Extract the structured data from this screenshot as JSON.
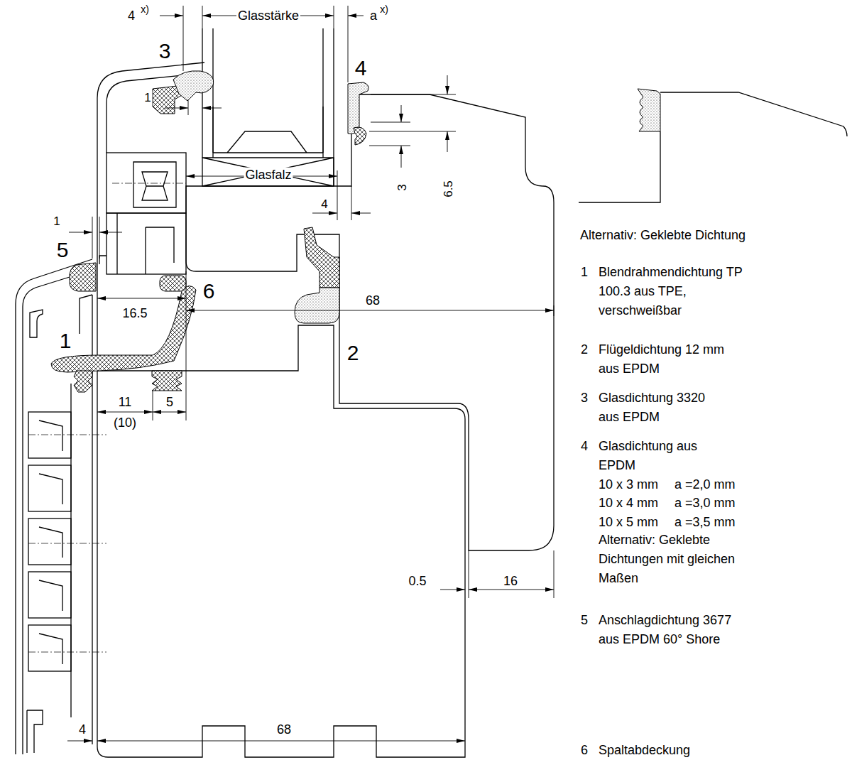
{
  "diagram": {
    "labels": [
      "4",
      "x)",
      "Glasstärke",
      "a",
      "x)",
      "3",
      "4",
      "1",
      "3",
      "6.5",
      "1",
      "Glasfalz",
      "4",
      "5",
      "6",
      "68",
      "16.5",
      "1",
      "2",
      "11",
      "(10)",
      "5",
      "0.5",
      "16",
      "4",
      "68",
      "Alternativ: Geklebte Dichtung",
      "1",
      "Blendrahmendichtung TP 100.3 aus TPE, verschweißbar",
      "2",
      "Flügeldichtung 12 mm aus EPDM",
      "3",
      "Glasdichtung 3320 aus EPDM",
      "4",
      "Glasdichtung aus EPDM",
      "10 x 3 mm",
      "a =2,0 mm",
      "10 x 4 mm",
      "a =3,0 mm",
      "10 x 5 mm",
      "a =3,5 mm",
      "Alternativ: Geklebte Dichtungen mit gleichen Maßen",
      "5",
      "Anschlagdichtung 3677 aus EPDM 60° Shore",
      "6",
      "Spaltabdeckung"
    ]
  }
}
